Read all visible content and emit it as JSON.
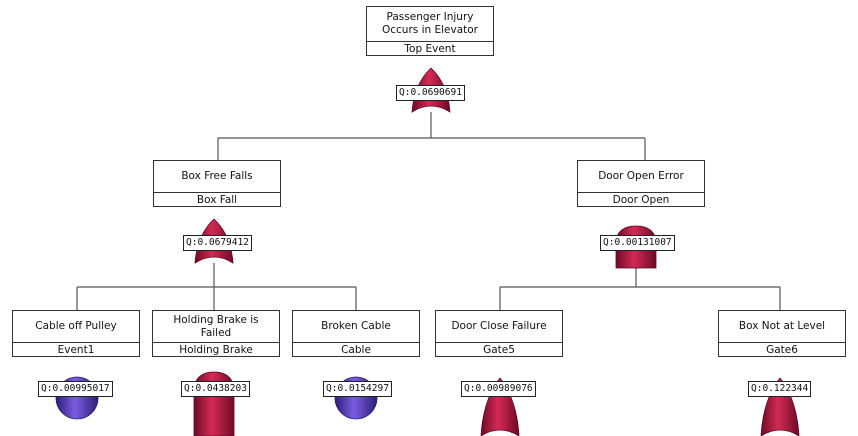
{
  "colors": {
    "gate": "#b5123e",
    "gate_dark": "#6e0a26",
    "event": "#5b3fbf",
    "event_dark": "#2e1d78",
    "line": "#555555"
  },
  "top": {
    "title": "Passenger Injury Occurs in Elevator",
    "label": "Top Event",
    "q": "Q:0.0690691",
    "symbol": "or-gate"
  },
  "level1": [
    {
      "title": "Box Free Falls",
      "label": "Box Fall",
      "q": "Q:0.0679412",
      "symbol": "or-gate"
    },
    {
      "title": "Door Open Error",
      "label": "Door Open",
      "q": "Q:0.00131007",
      "symbol": "and-gate"
    }
  ],
  "level2": [
    {
      "title": "Cable off Pulley",
      "label": "Event1",
      "q": "Q:0.00995017",
      "symbol": "basic-event"
    },
    {
      "title": "Holding Brake is Failed",
      "label": "Holding Brake",
      "q": "Q:0.0438203",
      "symbol": "and-gate"
    },
    {
      "title": "Broken Cable",
      "label": "Cable",
      "q": "Q:0.0154297",
      "symbol": "basic-event"
    },
    {
      "title": "Door Close Failure",
      "label": "Gate5",
      "q": "Q:0.00989076",
      "symbol": "or-gate"
    },
    {
      "title": "Box Not at Level",
      "label": "Gate6",
      "q": "Q:0.122344",
      "symbol": "or-gate"
    }
  ]
}
